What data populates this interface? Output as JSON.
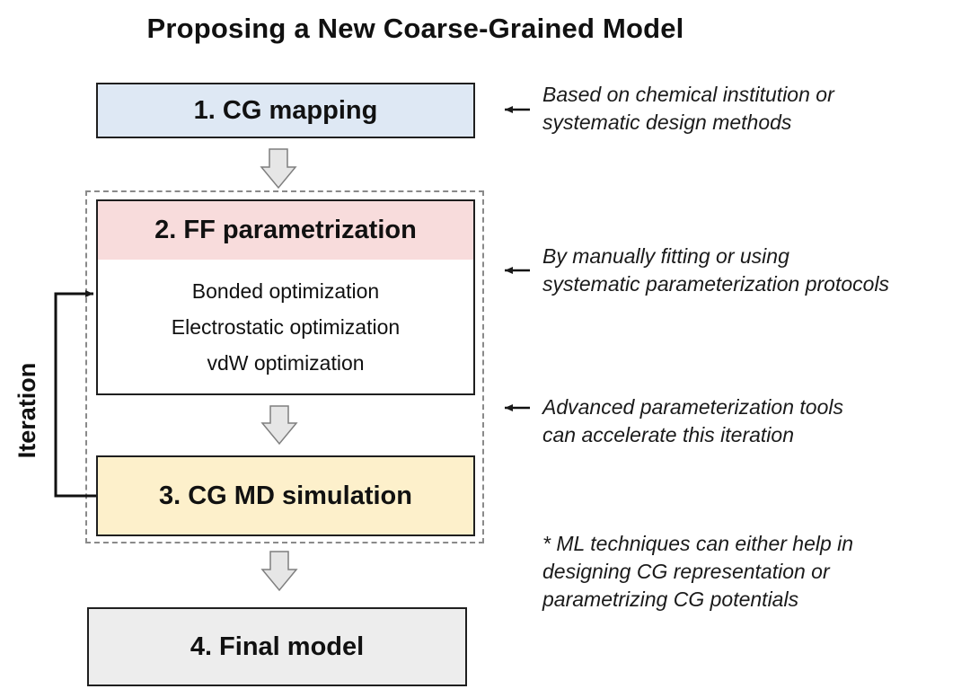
{
  "title": "Proposing a New Coarse-Grained Model",
  "steps": {
    "mapping": "1. CG mapping",
    "ff": "2. FF parametrization",
    "md": "3. CG MD simulation",
    "final": "4. Final model"
  },
  "optimizations": [
    "Bonded optimization",
    "Electrostatic optimization",
    "vdW optimization"
  ],
  "loop_label": "Iteration",
  "notes": {
    "mapping": [
      "Based on chemical institution or",
      "systematic design methods"
    ],
    "ff": [
      "By manually fitting or using",
      "systematic parameterization protocols"
    ],
    "iteration": [
      "Advanced parameterization tools",
      "can accelerate this iteration"
    ],
    "ml": [
      "* ML techniques can either help in",
      "designing CG representation or",
      "parametrizing CG potentials"
    ]
  },
  "colors": {
    "mapping_fill": "#dee8f4",
    "ff_fill": "#f8dcdc",
    "md_fill": "#fdf0cb",
    "final_fill": "#ededed",
    "flow_arrow_fill": "#e6e6e6",
    "flow_arrow_stroke": "#7f7f7f"
  }
}
